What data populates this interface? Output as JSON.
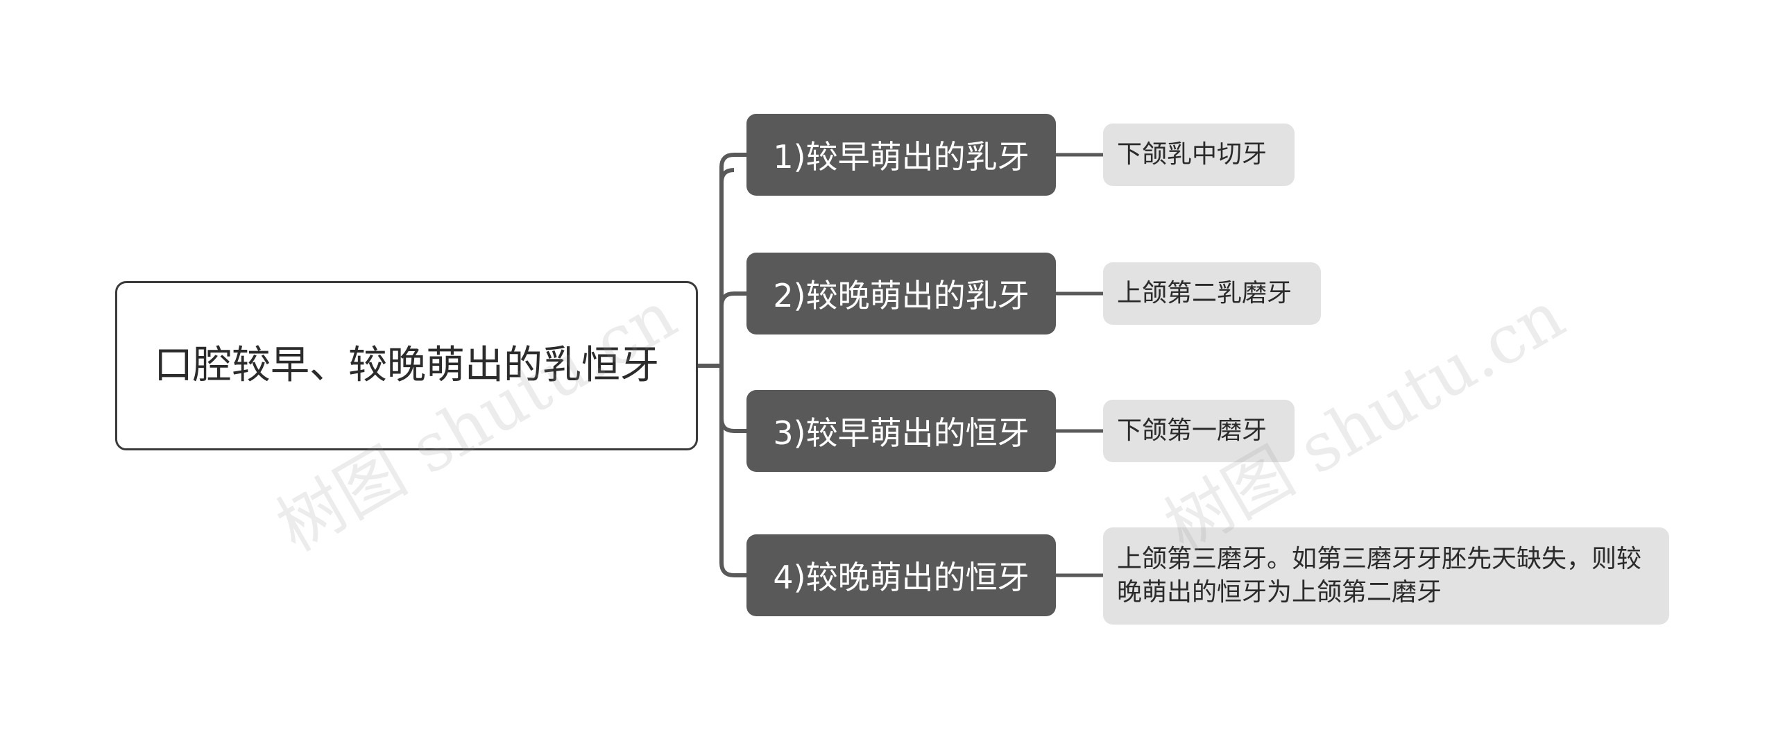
{
  "root": {
    "label": "口腔较早、较晚萌出的乳恒牙"
  },
  "branches": [
    {
      "label": "1)较早萌出的乳牙",
      "leaf": "下颌乳中切牙"
    },
    {
      "label": "2)较晚萌出的乳牙",
      "leaf": "上颌第二乳磨牙"
    },
    {
      "label": "3)较早萌出的恒牙",
      "leaf": "下颌第一磨牙"
    },
    {
      "label": "4)较晚萌出的恒牙",
      "leaf": "上颌第三磨牙。如第三磨牙牙胚先天缺失，则较晚萌出的恒牙为上颌第二磨牙"
    }
  ],
  "watermark": [
    "树图 shutu.cn",
    "树图 shutu.cn"
  ],
  "colors": {
    "branch_fill": "#595959",
    "leaf_fill": "#e2e2e2",
    "connector": "#595959",
    "root_border": "#3a3a3a"
  }
}
